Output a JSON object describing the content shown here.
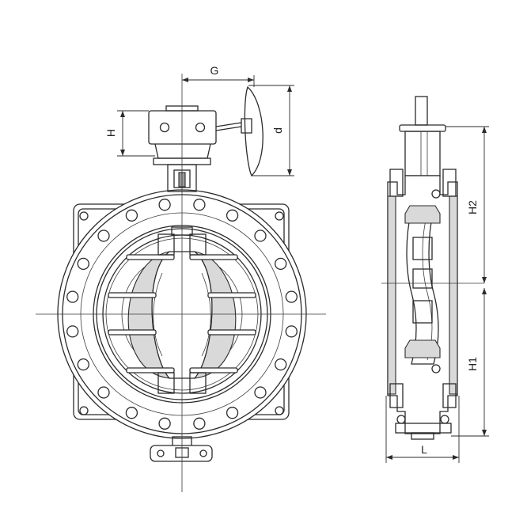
{
  "drawing": {
    "colors": {
      "line": "#2b2b2b",
      "shade": "#d9d9d9",
      "dark": "#9a9a9a",
      "background": "#ffffff"
    },
    "dimension_labels": {
      "G": "G",
      "H": "H",
      "d": "d",
      "H2": "H2",
      "H1": "H1",
      "L": "L"
    }
  }
}
